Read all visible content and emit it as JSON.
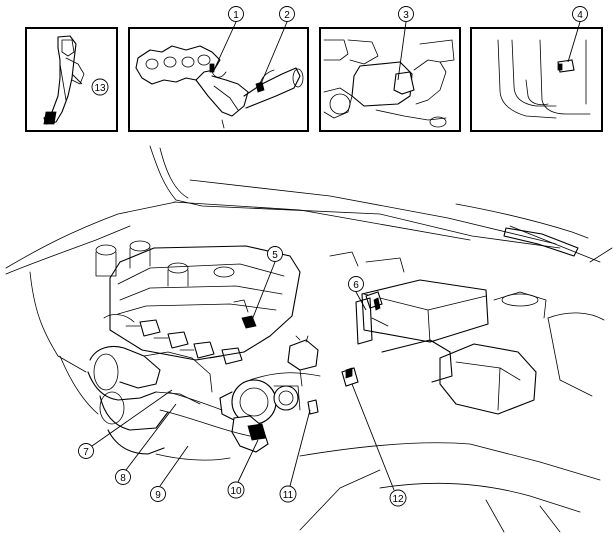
{
  "callouts": [
    {
      "id": 1,
      "label": "1"
    },
    {
      "id": 2,
      "label": "2"
    },
    {
      "id": 3,
      "label": "3"
    },
    {
      "id": 4,
      "label": "4"
    },
    {
      "id": 5,
      "label": "5"
    },
    {
      "id": 6,
      "label": "6"
    },
    {
      "id": 7,
      "label": "7"
    },
    {
      "id": 8,
      "label": "8"
    },
    {
      "id": 9,
      "label": "9"
    },
    {
      "id": 10,
      "label": "10"
    },
    {
      "id": 11,
      "label": "11"
    },
    {
      "id": 12,
      "label": "12"
    },
    {
      "id": 13,
      "label": "13"
    }
  ]
}
